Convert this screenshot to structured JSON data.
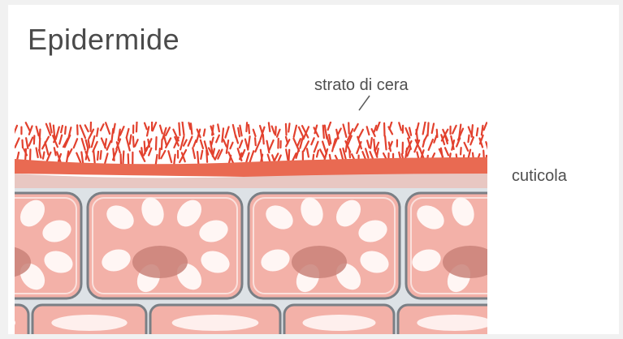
{
  "figure": {
    "title": "Epidermide",
    "labels": {
      "wax_layer": "strato di cera",
      "cuticle": "cuticola"
    },
    "colors": {
      "wax": "#e2412e",
      "cuticle_band": "#e96a52",
      "cell_wall": "#7a7f85",
      "wall_fill": "#dde2e6",
      "cytoplasm": "#f3b1a8",
      "vacuole": "#fff6f4",
      "nucleus": "#c98279",
      "background": "#ffffff"
    }
  }
}
